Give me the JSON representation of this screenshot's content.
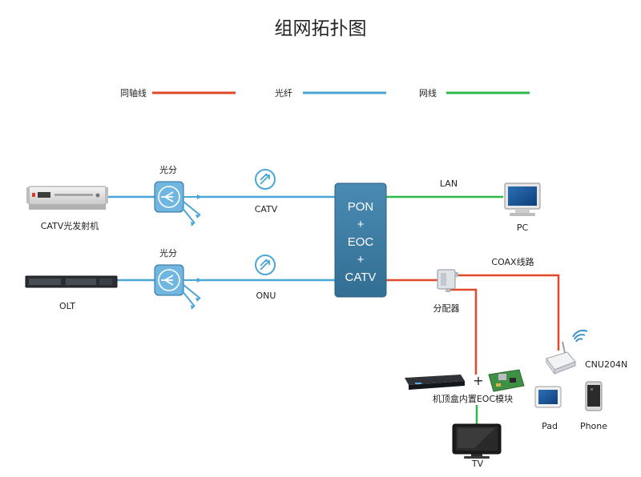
{
  "title": "组网拓扑图",
  "legend": [
    {
      "label": "同轴线",
      "color": "#e04a2a"
    },
    {
      "label": "光纤",
      "color": "#4aa6d6"
    },
    {
      "label": "网线",
      "color": "#2eb84a"
    }
  ],
  "colors": {
    "coax": "#e04a2a",
    "fiber": "#4aa6d6",
    "lan": "#2eb84a",
    "hub": "#3d7ea6"
  },
  "devices": {
    "catv_transmitter": "CATV光发射机",
    "olt": "OLT",
    "splitter_top": "光分",
    "splitter_bottom": "光分",
    "catv": "CATV",
    "onu": "ONU",
    "hub_lines": [
      "PON",
      "+",
      "EOC",
      "+",
      "CATV"
    ],
    "lan": "LAN",
    "pc": "PC",
    "coax_line": "COAX线路",
    "distributor": "分配器",
    "cnu": "CNU204N",
    "stb": "机顶盒内置EOC模块",
    "plus": "+",
    "pad": "Pad",
    "phone": "Phone",
    "tv": "TV"
  },
  "icons": [
    "rack-device-icon",
    "switch-device-icon",
    "optical-splitter-icon",
    "catv-signal-icon",
    "onu-signal-icon",
    "pc-icon",
    "coax-splitter-icon",
    "wifi-router-icon",
    "wifi-icon",
    "set-top-box-icon",
    "eoc-module-icon",
    "pad-icon",
    "phone-icon",
    "tv-icon"
  ]
}
